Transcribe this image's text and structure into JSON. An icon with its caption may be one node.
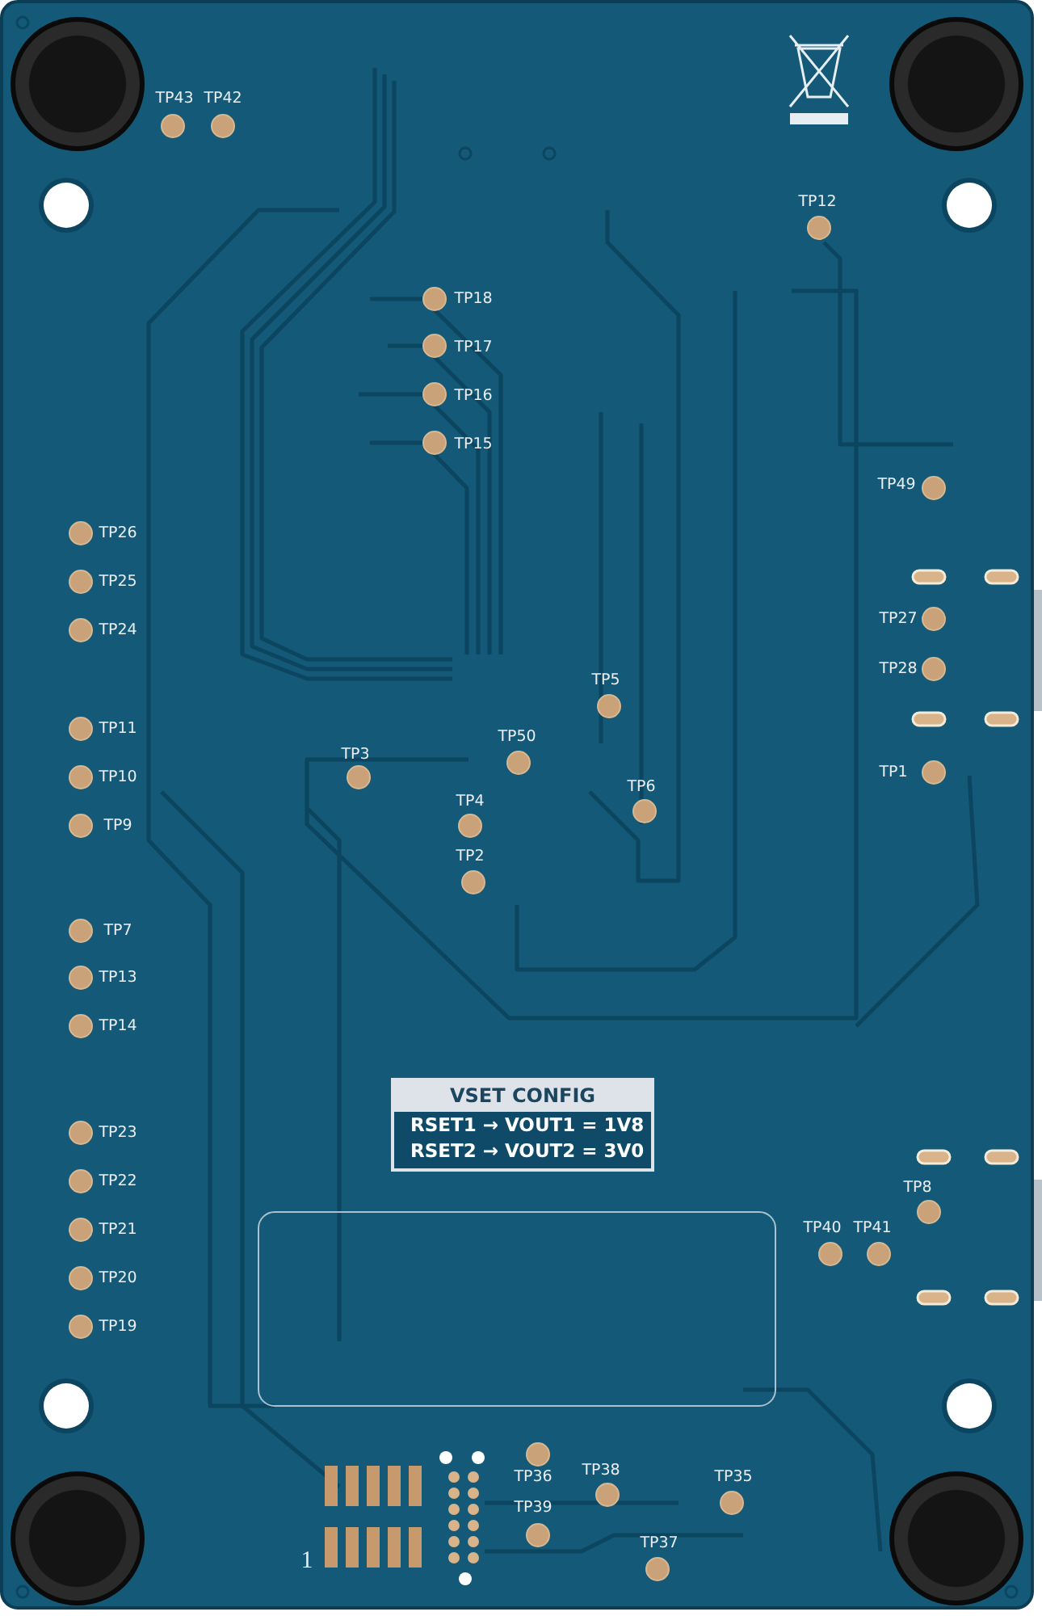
{
  "diagram": {
    "nodes": [
      {
        "text": [
          "VSET CONFIG",
          "RSET1 → VOUT1 = 1V8",
          "RSET2 → VOUT2 = 3V0"
        ]
      }
    ],
    "labels": [
      "TP43",
      "TP42",
      "TP12",
      "TP18",
      "TP17",
      "TP16",
      "TP15",
      "TP49",
      "TP26",
      "TP25",
      "TP24",
      "TP27",
      "TP28",
      "TP5",
      "TP11",
      "TP50",
      "TP3",
      "TP1",
      "TP10",
      "TP6",
      "TP4",
      "TP9",
      "TP2",
      "TP7",
      "TP13",
      "TP14",
      "TP23",
      "TP8",
      "TP22",
      "TP40",
      "TP41",
      "TP21",
      "TP20",
      "TP19",
      "TP36",
      "TP38",
      "TP35",
      "TP39",
      "TP37",
      "1"
    ]
  }
}
